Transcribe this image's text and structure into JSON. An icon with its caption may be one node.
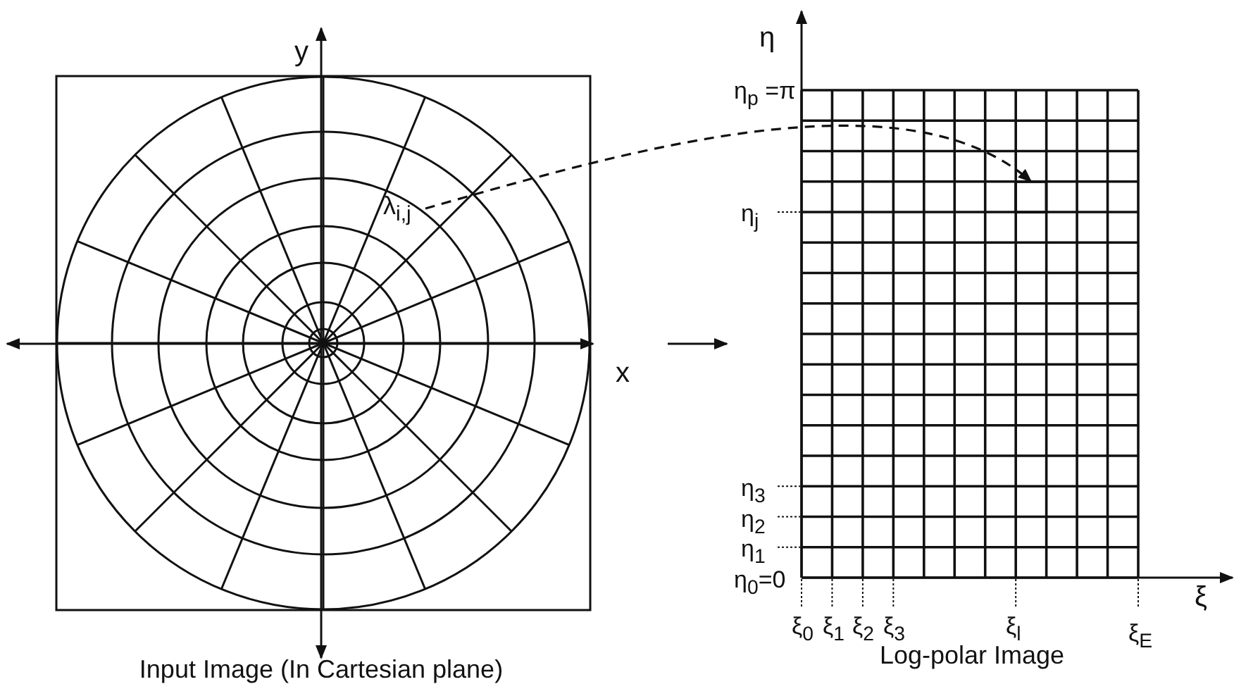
{
  "diagram": {
    "nodes": [
      {
        "text": [],
        "shape": "picture",
        "beside": [
          "Input Image (In Cartesian plane)"
        ]
      },
      {
        "text": [],
        "shape": "picture",
        "beside": [
          "Log-polar Image"
        ]
      },
      {
        "text": [
          "λ$_{i,j}$"
        ],
        "in": 0
      },
      {
        "text": [],
        "shape": "box",
        "in": 1
      }
    ],
    "edges": [
      {
        "from": 0,
        "to": 1,
        "arrow": "to"
      },
      {
        "from": 2,
        "to": 3,
        "arrow": "to",
        "style": "dashed"
      }
    ],
    "labels": [
      "y",
      "η",
      "η$_{p}$ =π",
      "η$_{j}$",
      "x",
      "ξ",
      "η$_{3}$",
      "η$_{2}$",
      "η$_{1}$",
      "η$_{0}$=0",
      "ξ$_{0}$",
      "ξ$_{1}$",
      "ξ$_{2}$",
      "ξ$_{3}$",
      "ξ$_{l}$",
      "ξ$_{E}$"
    ]
  }
}
